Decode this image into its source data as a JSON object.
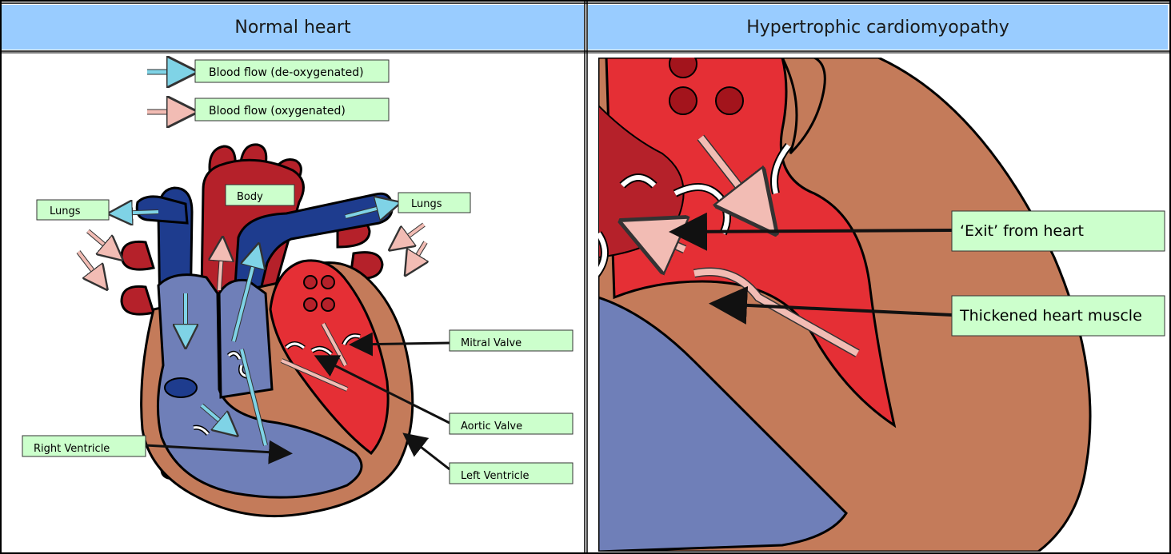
{
  "table": {
    "headers": [
      "Normal heart",
      "Hypertrophic cardiomyopathy"
    ]
  },
  "legend": {
    "deoxygenated": "Blood flow (de-oxygenated)",
    "oxygenated": "Blood flow (oxygenated)"
  },
  "normal_heart_labels": {
    "body": "Body",
    "lungs_left": "Lungs",
    "lungs_right": "Lungs",
    "mitral_valve": "Mitral Valve",
    "aortic_valve": "Aortic Valve",
    "left_ventricle": "Left Ventricle",
    "right_ventricle": "Right Ventricle"
  },
  "hcm_labels": {
    "exit": "‘Exit’ from heart",
    "thickened": "Thickened heart muscle"
  },
  "colors": {
    "header_bg": "#99ccff",
    "label_bg": "#ccffcc",
    "deoxy_arrow": "#7fd3e6",
    "oxy_arrow": "#f2bcb4",
    "muscle": "#c47b5a",
    "red_chamber": "#e52f35",
    "blue_chamber": "#6f7fb8",
    "vessel_blue": "#1e3c8e",
    "vessel_red": "#b5212a"
  }
}
